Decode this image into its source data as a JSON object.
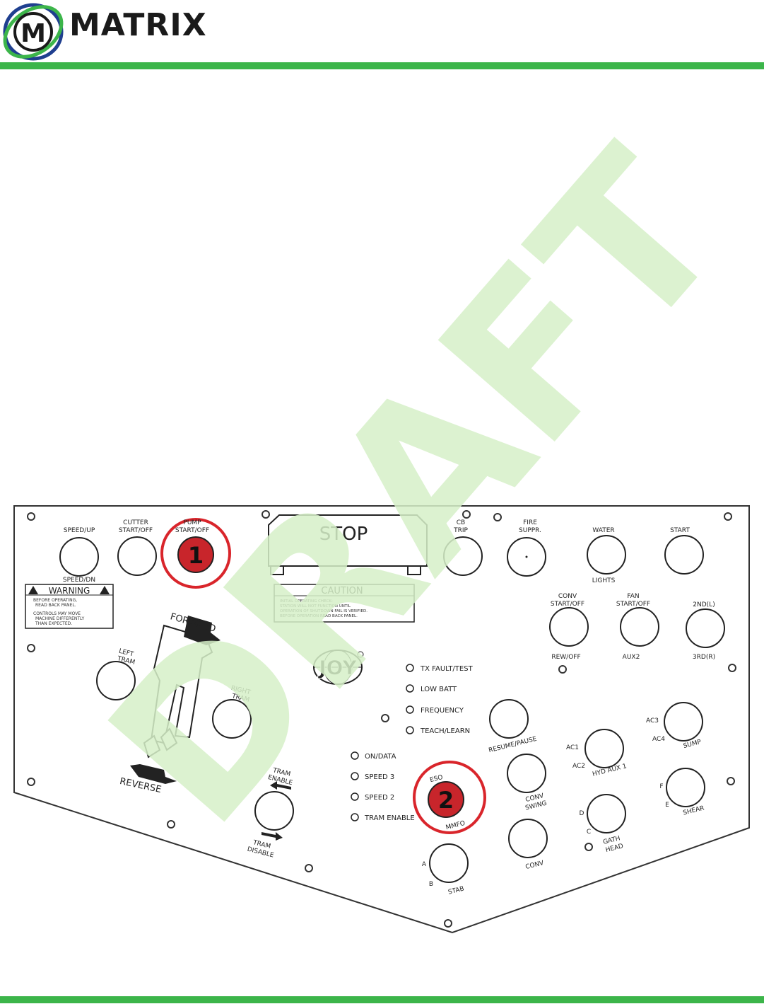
{
  "header": {
    "logo_letter": "M",
    "brand_name": "MATRIX"
  },
  "watermark": "DRAFT",
  "colors": {
    "brand_green": "#3cb54a",
    "callout_red": "#d9252b",
    "watermark_green": "#bfe6ab"
  },
  "panel": {
    "top_labels": {
      "speed_up": "SPEED/UP",
      "speed_dn": "SPEED/DN",
      "cutter_l1": "CUTTER",
      "cutter_l2": "START/OFF",
      "pump_l1": "PUMP",
      "pump_l2": "START/OFF",
      "stop": "STOP",
      "cb_l1": "CB",
      "cb_l2": "TRIP",
      "fire_l1": "FIRE",
      "fire_l2": "SUPPR.",
      "water": "WATER",
      "lights": "LIGHTS",
      "start": "START"
    },
    "warning": {
      "title": "WARNING",
      "line1": "BEFORE OPERATING,",
      "line2": "READ BACK PANEL.",
      "line3": "CONTROLS MAY MOVE",
      "line4": "MACHINE DIFFERENTLY",
      "line5": "THAN EXPECTED."
    },
    "caution": {
      "title": "CAUTION",
      "line1": "INITIAL OPERATING CHECK:",
      "line2": "STATION WILL NOT FUNCTION UNTIL",
      "line3": "OPERATION OF SHUTDOWN FAIL IS VERIFIED.",
      "line4": "BEFORE OPERATION READ BACK PANEL."
    },
    "right_labels": {
      "conv_l1": "CONV",
      "conv_l2": "START/OFF",
      "rew_off": "REW/OFF",
      "fan_l1": "FAN",
      "fan_l2": "START/OFF",
      "aux2": "AUX2",
      "second_l": "2ND(L)",
      "third_r": "3RD(R)"
    },
    "tram": {
      "forward": "FORWARD",
      "reverse": "REVERSE",
      "left_l1": "LEFT",
      "left_l2": "TRAM",
      "right_l1": "RIGHT",
      "right_l2": "TRAM",
      "enable_l1": "TRAM",
      "enable_l2": "ENABLE",
      "disable_l1": "TRAM",
      "disable_l2": "DISABLE"
    },
    "joy_logo": "JOY",
    "indicators_a": [
      "TX FAULT/TEST",
      "LOW BATT",
      "FREQUENCY",
      "TEACH/LEARN"
    ],
    "indicators_b": [
      "ON/DATA",
      "SPEED 3",
      "SPEED 2",
      "TRAM ENABLE"
    ],
    "lower_labels": {
      "resume_pause": "RESUME/PAUSE",
      "conv_swing_l1": "CONV",
      "conv_swing_l2": "SWING",
      "conv": "CONV",
      "eso": "ESO",
      "mmfo": "MMFO",
      "a": "A",
      "b": "B",
      "stab": "STAB",
      "ac1": "AC1",
      "ac2": "AC2",
      "hyd_aux1": "HYD AUX 1",
      "ac3": "AC3",
      "ac4": "AC4",
      "sump": "SUMP",
      "d": "D",
      "c": "C",
      "gath_l1": "GATH",
      "gath_l2": "HEAD",
      "f": "F",
      "e": "E",
      "shear": "SHEAR"
    },
    "callouts": [
      "1",
      "2"
    ]
  }
}
